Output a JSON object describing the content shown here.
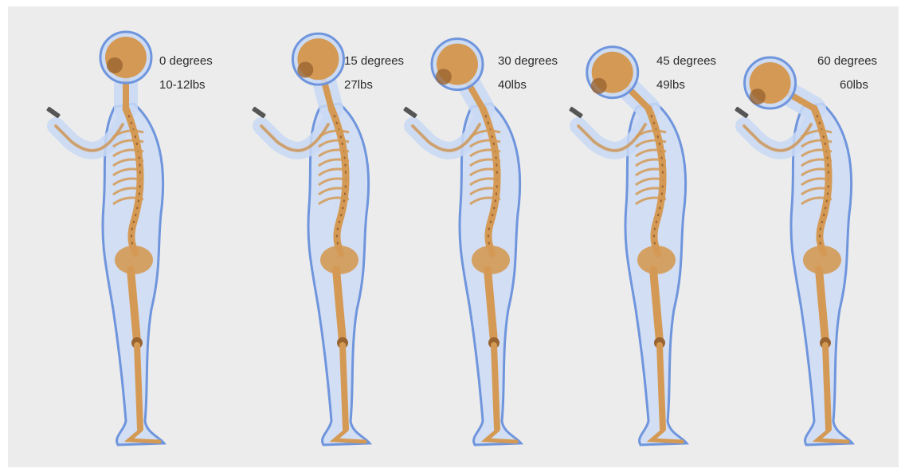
{
  "figures": [
    {
      "degrees_label": "0 degrees",
      "weight_label": "10-12lbs",
      "tilt_degrees": 0
    },
    {
      "degrees_label": "15 degrees",
      "weight_label": "27lbs",
      "tilt_degrees": 15
    },
    {
      "degrees_label": "30 degrees",
      "weight_label": "40lbs",
      "tilt_degrees": 30
    },
    {
      "degrees_label": "45 degrees",
      "weight_label": "49lbs",
      "tilt_degrees": 45
    },
    {
      "degrees_label": "60 degrees",
      "weight_label": "60lbs",
      "tilt_degrees": 60
    }
  ],
  "colors": {
    "background": "#ececec",
    "body_fill": "#c9d9f5",
    "body_outline": "#6f95dd",
    "bone": "#d49a55",
    "bone_dark": "#9a6431",
    "phone": "#555555",
    "text": "#2b2b2b"
  }
}
